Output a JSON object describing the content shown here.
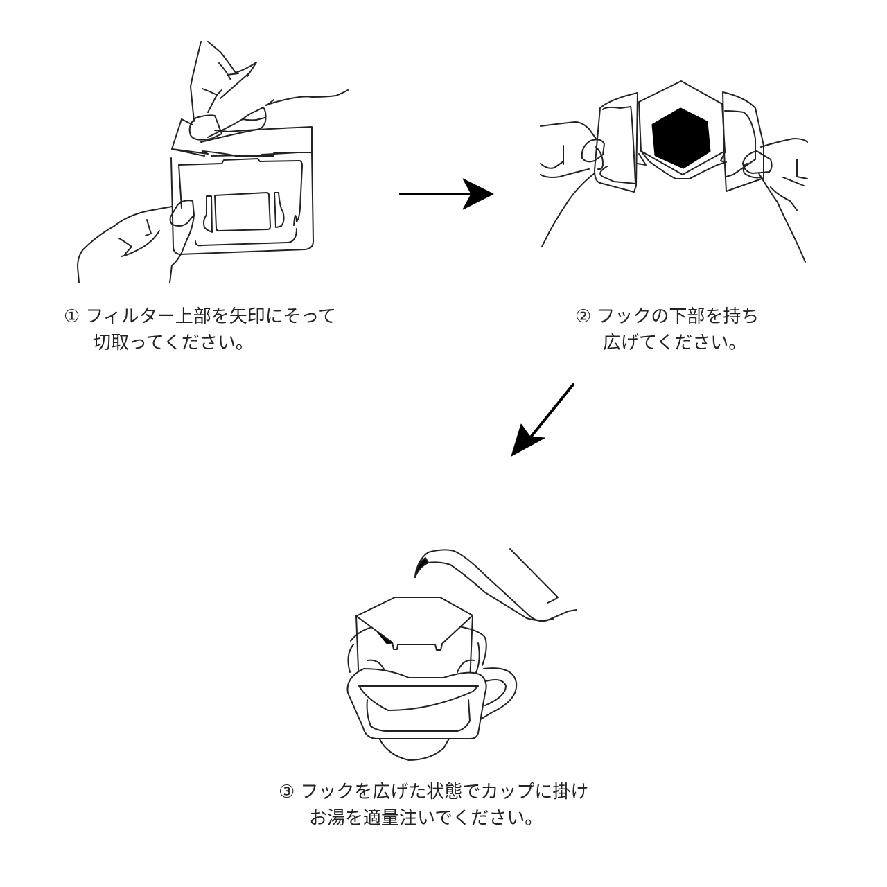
{
  "title": "Drip bag coffee instructions",
  "steps": [
    {
      "number": "①",
      "line1": "フィルター上部を矢印にそって",
      "line2": "切取ってください。",
      "illustration": "hands-tearing-filter-top"
    },
    {
      "number": "②",
      "line1": "フックの下部を持ち",
      "line2": "広げてください。",
      "illustration": "hands-spreading-hooks"
    },
    {
      "number": "③",
      "line1": "フックを広げた状態でカップに掛け",
      "line2": "お湯を適量注いでください。",
      "illustration": "filter-on-cup-with-kettle"
    }
  ],
  "arrows": [
    "arrow-right",
    "arrow-down-left"
  ],
  "colors": {
    "ink": "#222222",
    "fill": "#000000",
    "background": "#ffffff"
  }
}
